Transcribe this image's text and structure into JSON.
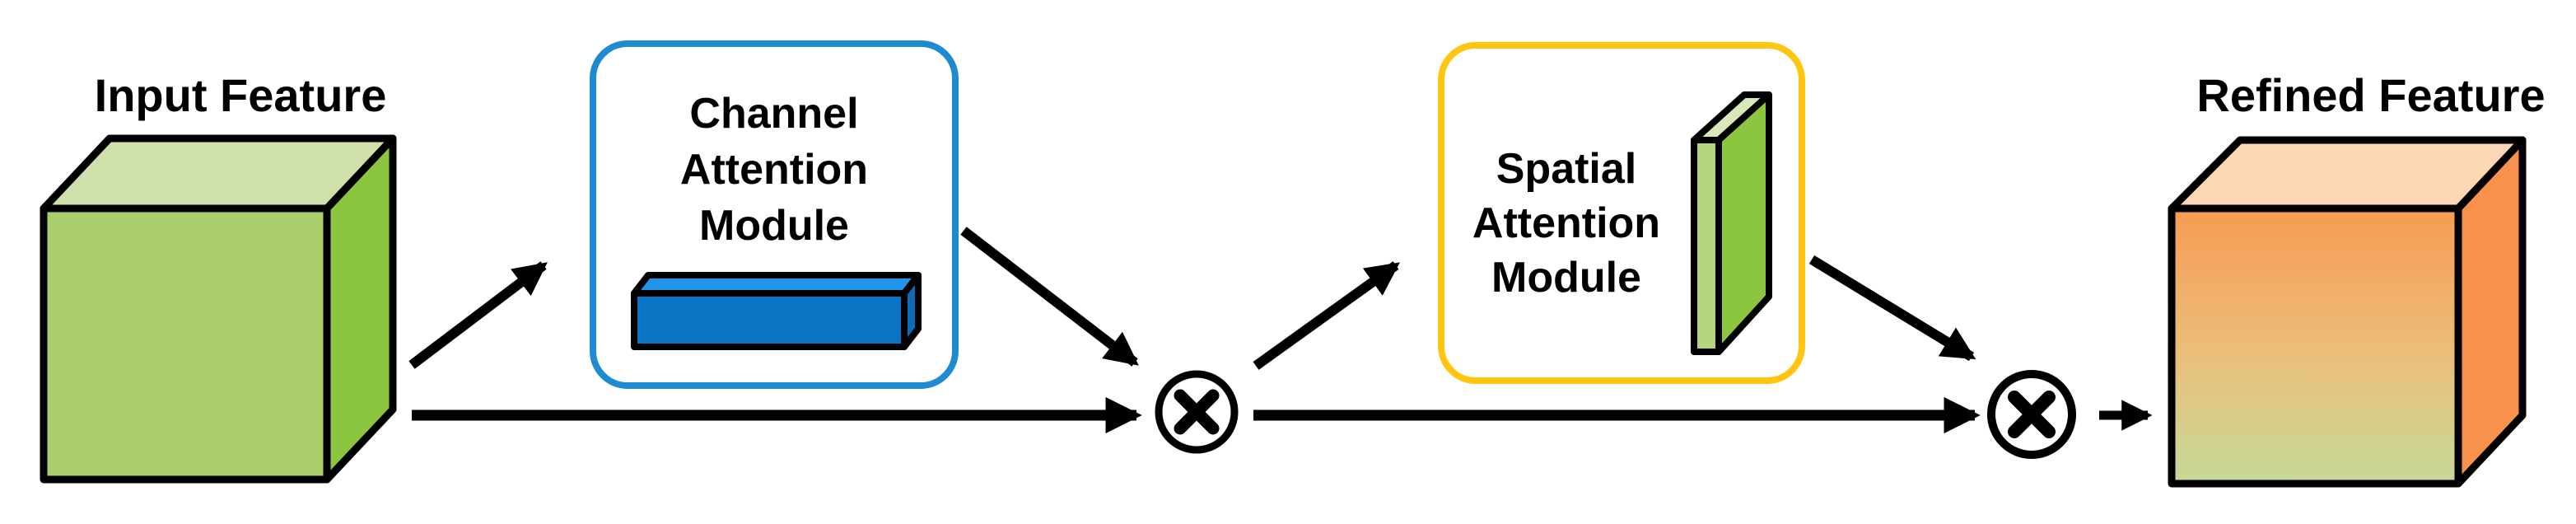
{
  "diagram": {
    "background_color": "#ffffff",
    "outline_color": "#000000",
    "input_feature": {
      "label": "Input Feature",
      "cube_colors": {
        "front": "#abce6d",
        "top": "#d0e0ab",
        "side": "#8cc63f"
      }
    },
    "channel_attention_module": {
      "lines": [
        "Channel",
        "Attention",
        "Module"
      ],
      "border_color": "#1e8bd1",
      "bar_colors": {
        "front": "#0b74c4",
        "top": "#2196e8",
        "side": "#0d6cb5"
      }
    },
    "spatial_attention_module": {
      "lines": [
        "Spatial",
        "Attention",
        "Module"
      ],
      "border_color": "#ffc510",
      "slab_colors": {
        "front": "#b5d67e",
        "top": "#d9e8b8",
        "side": "#8cc63f"
      }
    },
    "refined_feature": {
      "label": "Refined Feature",
      "cube_colors": {
        "top": "#fcd7b5",
        "side": "#f8914d",
        "front_gradient_top": "#f89b53",
        "front_gradient_mid": "#e9c07b",
        "front_gradient_bottom": "#c6d998"
      }
    },
    "operators": {
      "multiply_symbol": "⊗"
    }
  }
}
